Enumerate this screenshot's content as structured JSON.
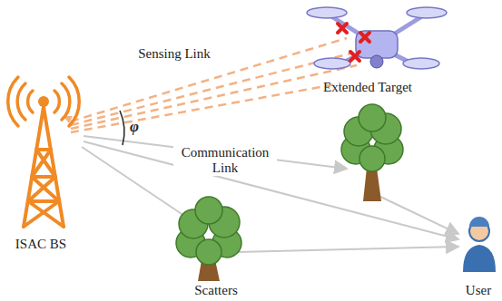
{
  "diagram": {
    "labels": [
      "Sensing Link",
      "Extended Target",
      "φ",
      "Communication Link",
      "ISAC BS",
      "Scatters",
      "User"
    ]
  }
}
